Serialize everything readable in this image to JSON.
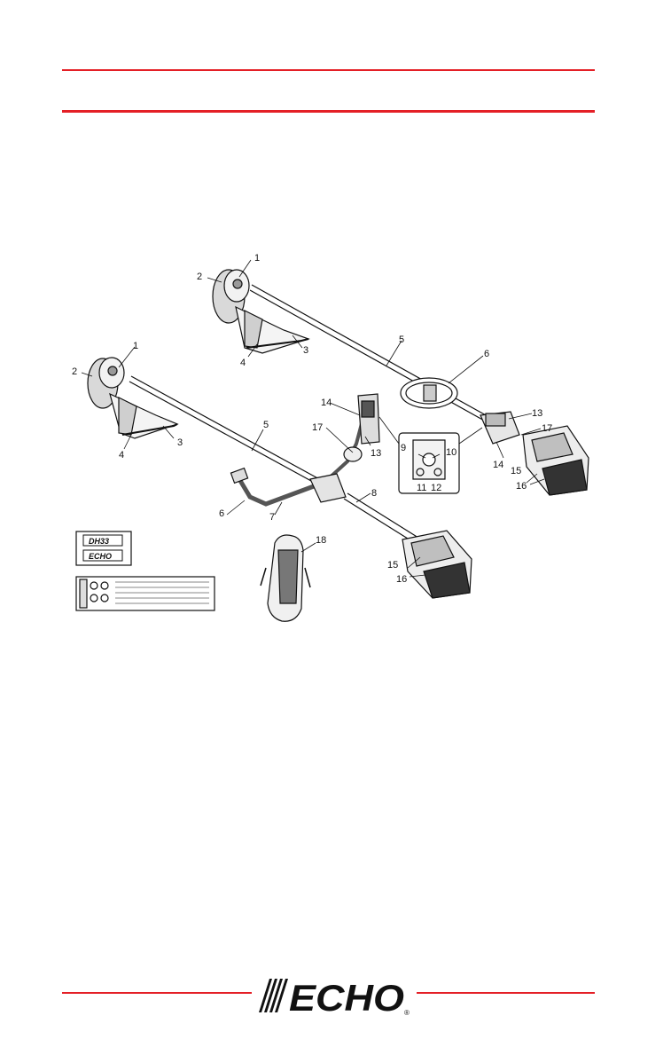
{
  "labels": {
    "top": [
      "1",
      "2",
      "3",
      "4",
      "5",
      "6",
      "13",
      "17",
      "14",
      "15",
      "16"
    ],
    "bottom": [
      "1",
      "2",
      "3",
      "4",
      "5",
      "6",
      "7",
      "8",
      "14",
      "17",
      "13",
      "15",
      "16",
      "18"
    ],
    "inset": [
      "9",
      "10",
      "11",
      "12"
    ]
  },
  "decal_text": [
    "DH33",
    "ECHO"
  ],
  "logo": {
    "text": "ECHO",
    "registered": "®"
  },
  "colors": {
    "rule": "#e41f26",
    "ink": "#111111"
  }
}
